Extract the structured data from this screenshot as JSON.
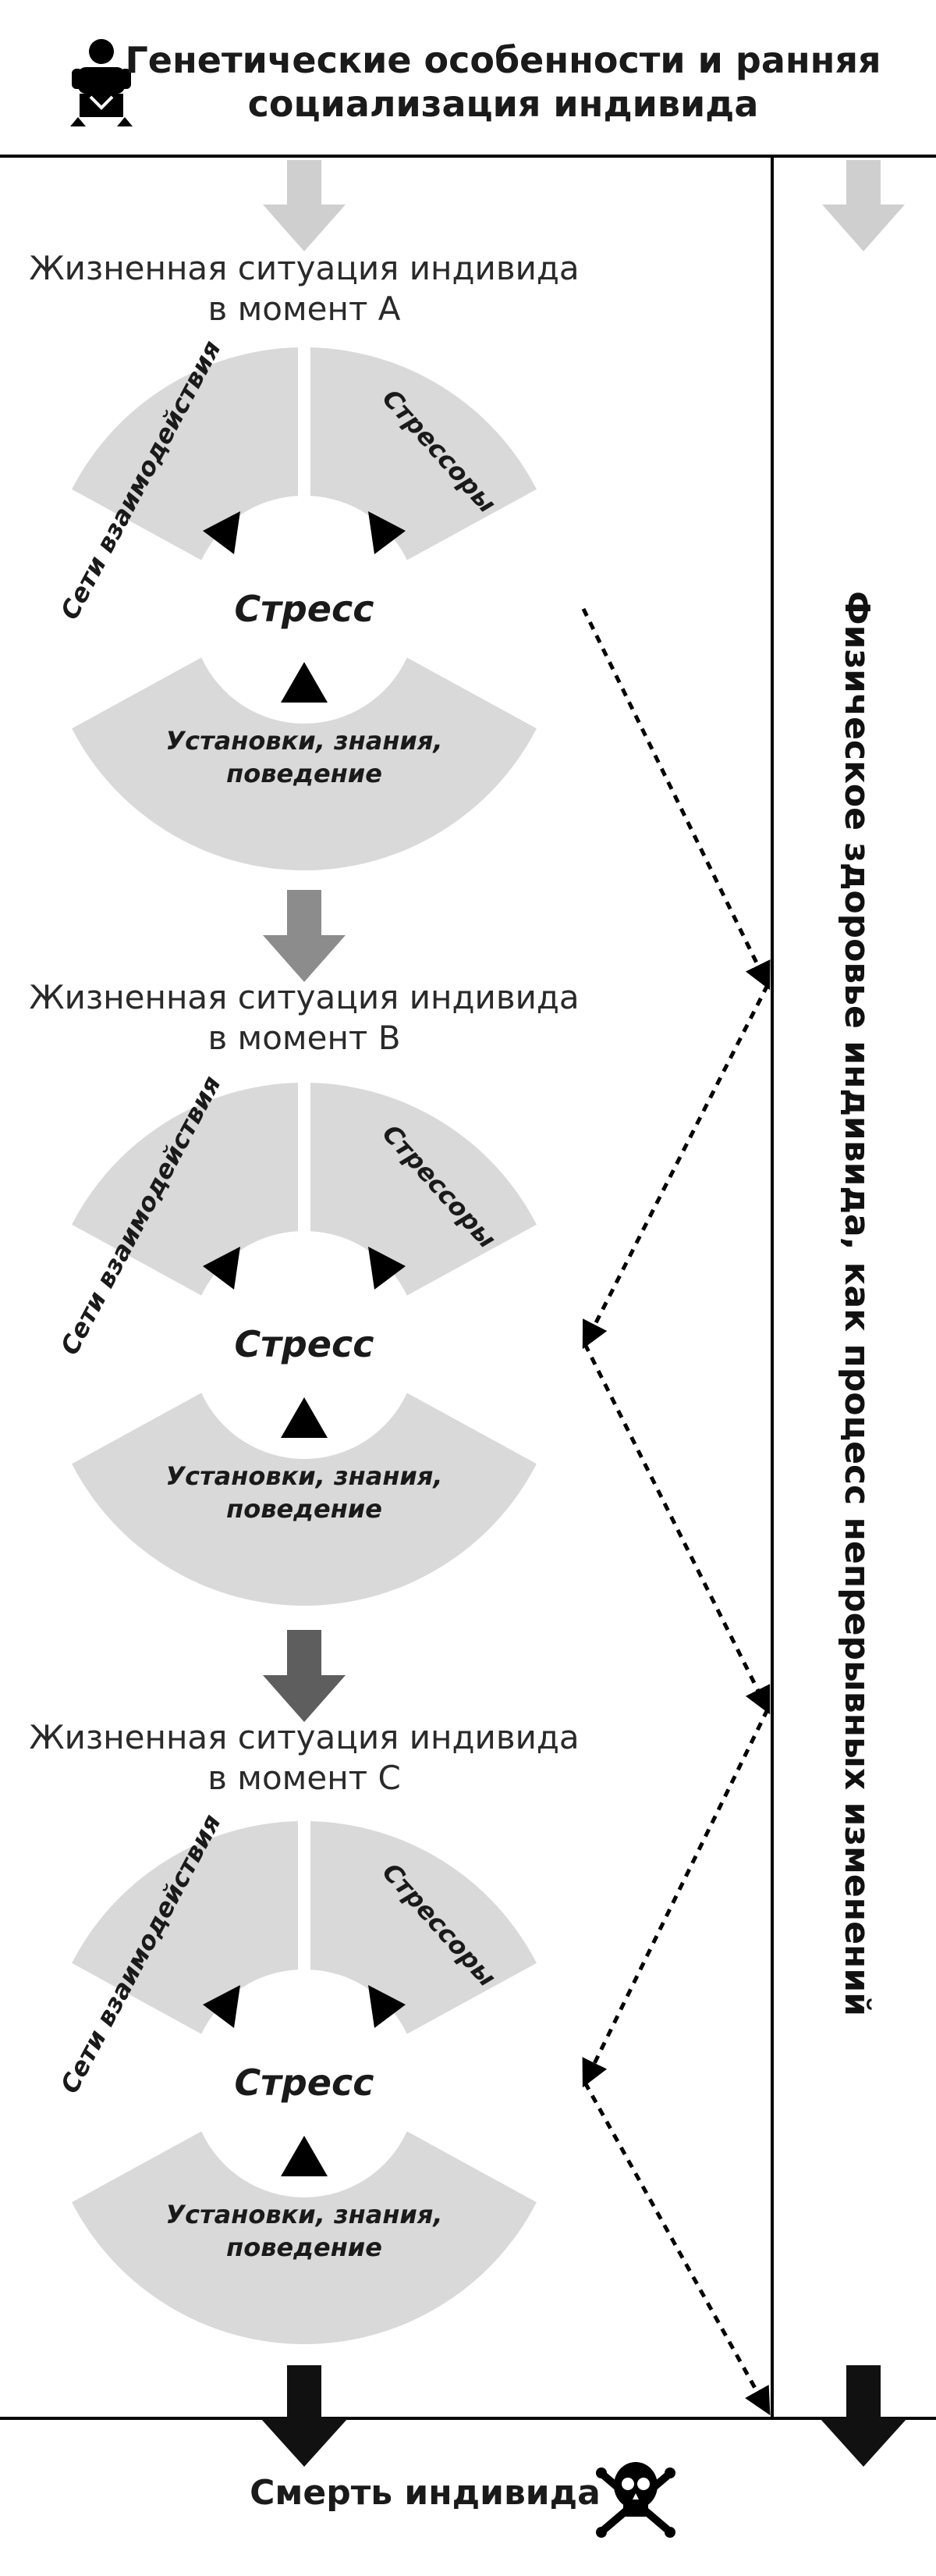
{
  "header": {
    "line1": "Генетические особенности и ранняя",
    "line2": "социализация индивида",
    "icon": "baby-icon"
  },
  "stages": [
    {
      "line1": "Жизненная ситуация индивида",
      "line2": "в момент А",
      "networks": "Сети взаимодействия",
      "stressors": "Стрессоры",
      "attitudes1": "Установки, знания,",
      "attitudes2": "поведение",
      "center": "Стресс"
    },
    {
      "line1": "Жизненная ситуация индивида",
      "line2": "в момент В",
      "networks": "Сети взаимодействия",
      "stressors": "Стрессоры",
      "attitudes1": "Установки, знания,",
      "attitudes2": "поведение",
      "center": "Стресс"
    },
    {
      "line1": "Жизненная ситуация индивида",
      "line2": "в момент С",
      "networks": "Сети взаимодействия",
      "stressors": "Стрессоры",
      "attitudes1": "Установки, знания,",
      "attitudes2": "поведение",
      "center": "Стресс"
    }
  ],
  "side_label": "Физическое здоровье индивида, как процесс непрерывных изменений",
  "footer": {
    "label": "Смерть индивида",
    "icon": "skull-crossbones-icon"
  },
  "colors": {
    "segment": "#d9d9d9",
    "arrow_light": "#cfcfcf",
    "arrow_medium": "#8c8c8c",
    "arrow_dark": "#5e5e5e",
    "arrow_black": "#111111",
    "line": "#000000"
  }
}
